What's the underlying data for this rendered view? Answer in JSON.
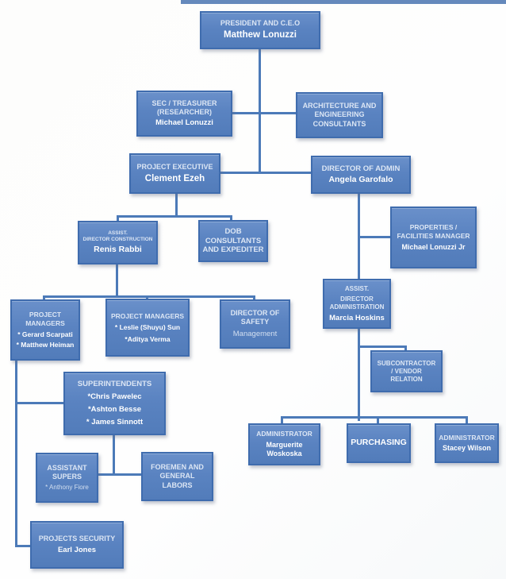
{
  "palette": {
    "box_fill": "#5a83c1",
    "box_border": "#3f6cae",
    "connector_line": "#4c7ab8",
    "title_text": "#dce6f4",
    "name_text": "#ffffff"
  },
  "nodes": {
    "president": {
      "title": "PRESIDENT AND C.E.O",
      "name": "Matthew Lonuzzi"
    },
    "sec_treasurer": {
      "title_1": "SEC / TREASURER",
      "title_2": "(RESEARCHER)",
      "name": "Michael Lonuzzi"
    },
    "architecture": {
      "line_1": "ARCHITECTURE AND",
      "line_2": "ENGINEERING",
      "line_3": "CONSULTANTS"
    },
    "project_executive": {
      "title": "PROJECT EXECUTIVE",
      "name": "Clement Ezeh"
    },
    "director_admin": {
      "title": "DIRECTOR OF ADMIN",
      "name": "Angela Garofalo"
    },
    "assist_director_construction": {
      "title_1": "ASSIST.",
      "title_2": "DIRECTOR CONSTRUCTION",
      "name": "Renis Rabbi"
    },
    "dob": {
      "line_1": "DOB",
      "line_2": "CONSULTANTS",
      "line_3": "AND EXPEDITER"
    },
    "properties": {
      "title_1": "PROPERTIES /",
      "title_2": "FACILITIES MANAGER",
      "name": "Michael Lonuzzi Jr"
    },
    "assist_director_administration": {
      "title_1": "ASSIST.",
      "title_2": "DIRECTOR ADMINISTRATION",
      "name": "Marcia Hoskins"
    },
    "project_managers_1": {
      "title": "PROJECT MANAGERS",
      "member_1": "* Gerard Scarpati",
      "member_2": "* Matthew Heiman"
    },
    "project_managers_2": {
      "title": "PROJECT MANAGERS",
      "member_1": "* Leslie (Shuyu) Sun",
      "member_2": "*Aditya Verma"
    },
    "director_safety": {
      "title": "DIRECTOR OF SAFETY",
      "name": "Management"
    },
    "superintendents": {
      "title": "SUPERINTENDENTS",
      "member_1": "*Chris Pawelec",
      "member_2": "*Ashton Besse",
      "member_3": "* James Sinnott"
    },
    "subcontractor": {
      "line_1": "SUBCONTRACTOR",
      "line_2": "/ VENDOR",
      "line_3": "RELATION"
    },
    "assistant_supers": {
      "title": "ASSISTANT SUPERS",
      "member_1": "* Anthony Fiore"
    },
    "foremen": {
      "line_1": "FOREMEN AND",
      "line_2": "GENERAL",
      "line_3": "LABORS"
    },
    "administrator_1": {
      "title": "ADMINISTRATOR",
      "name": "Marguerite Woskoska"
    },
    "purchasing": {
      "title": "PURCHASING"
    },
    "administrator_2": {
      "title": "ADMINISTRATOR",
      "name": "Stacey Wilson"
    },
    "projects_security": {
      "title": "PROJECTS SECURITY",
      "name": "Earl Jones"
    }
  }
}
